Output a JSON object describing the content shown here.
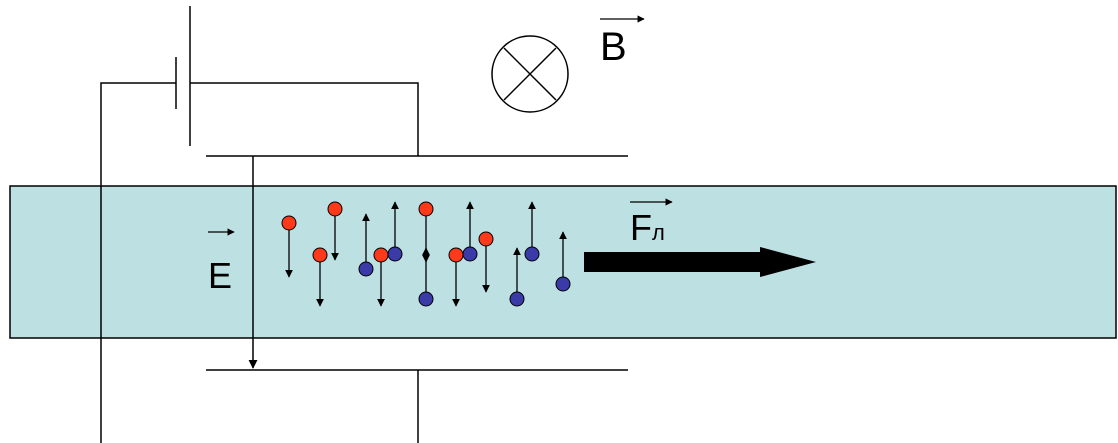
{
  "labels": {
    "magnetic_field": "B",
    "electric_field": "E",
    "lorentz_force": "F",
    "lorentz_force_subscript": "л"
  },
  "colors": {
    "fluid": "#bde0e2",
    "positive_charge": "#ff3a1a",
    "negative_charge": "#3a3aa8",
    "wire": "#000000"
  },
  "icons": {
    "magnetic_field_direction": "into-page-cross-circle-icon"
  }
}
